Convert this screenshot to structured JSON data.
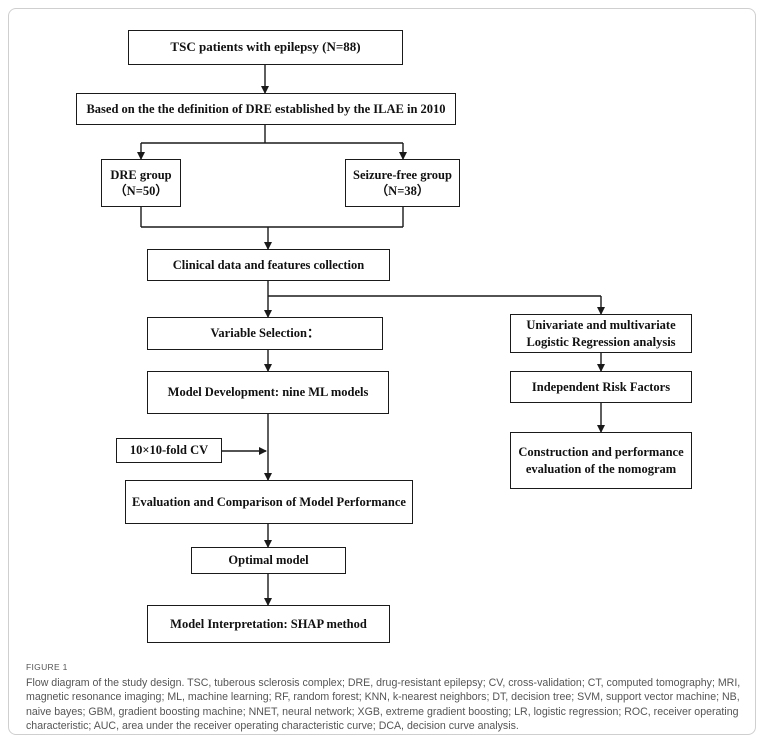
{
  "nodes": {
    "tsc_patients": "TSC patients with epilepsy (N=88)",
    "dre_definition": "Based on the the definition of DRE established by the ILAE in 2010",
    "dre_group_title": "DRE group",
    "dre_group_n": "（N=50）",
    "seizure_free_title": "Seizure-free group",
    "seizure_free_n": "（N=38）",
    "clinical_data": "Clinical data and features collection",
    "variable_selection": "Variable Selection：",
    "model_development": "Model Development: nine ML models",
    "cv": "10×10-fold CV",
    "evaluation": "Evaluation and Comparison of Model Performance",
    "optimal_model": "Optimal model",
    "interpretation": "Model Interpretation: SHAP method",
    "logistic_line1": "Univariate and multivariate",
    "logistic_line2": "Logistic Regression analysis",
    "risk_factors": "Independent Risk Factors",
    "nomogram_line1": "Construction and performance",
    "nomogram_line2": "evaluation of the nomogram"
  },
  "caption": {
    "label": "FIGURE 1",
    "text": "Flow diagram of the study design. TSC, tuberous sclerosis complex; DRE, drug-resistant epilepsy; CV, cross-validation; CT, computed tomography; MRI, magnetic resonance imaging; ML, machine learning; RF, random forest; KNN, k-nearest neighbors; DT, decision tree; SVM, support vector machine; NB, naive bayes; GBM, gradient boosting machine; NNET, neural network; XGB, extreme gradient boosting; LR, logistic regression; ROC, receiver operating characteristic; AUC, area under the receiver operating characteristic curve; DCA, decision curve analysis."
  }
}
